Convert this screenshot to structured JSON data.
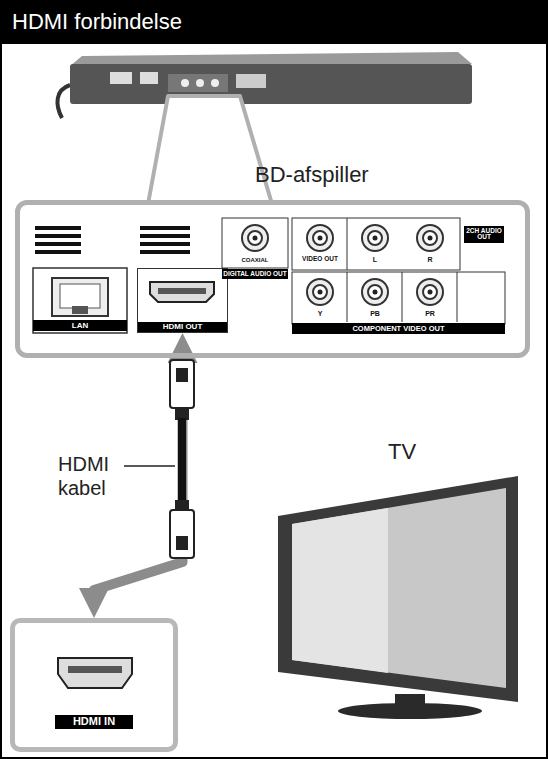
{
  "diagram": {
    "title": "HDMI forbindelse",
    "nodes": [
      {
        "text": [
          "BD-afspiller"
        ]
      },
      {
        "text": [
          "HDMI OUT"
        ],
        "in": 0
      },
      {
        "text": [
          "TV"
        ]
      },
      {
        "text": [
          "HDMI IN"
        ]
      }
    ],
    "edges": [
      {
        "from": 1,
        "to": 3,
        "label": "HDMI kabel",
        "arrow": "both"
      }
    ],
    "labels": [
      "LAN",
      "COAXIAL",
      "DIGITAL AUDIO OUT",
      "VIDEO OUT",
      "L",
      "R",
      "2CH AUDIO OUT",
      "Y",
      "PB",
      "PR",
      "COMPONENT VIDEO OUT"
    ]
  }
}
